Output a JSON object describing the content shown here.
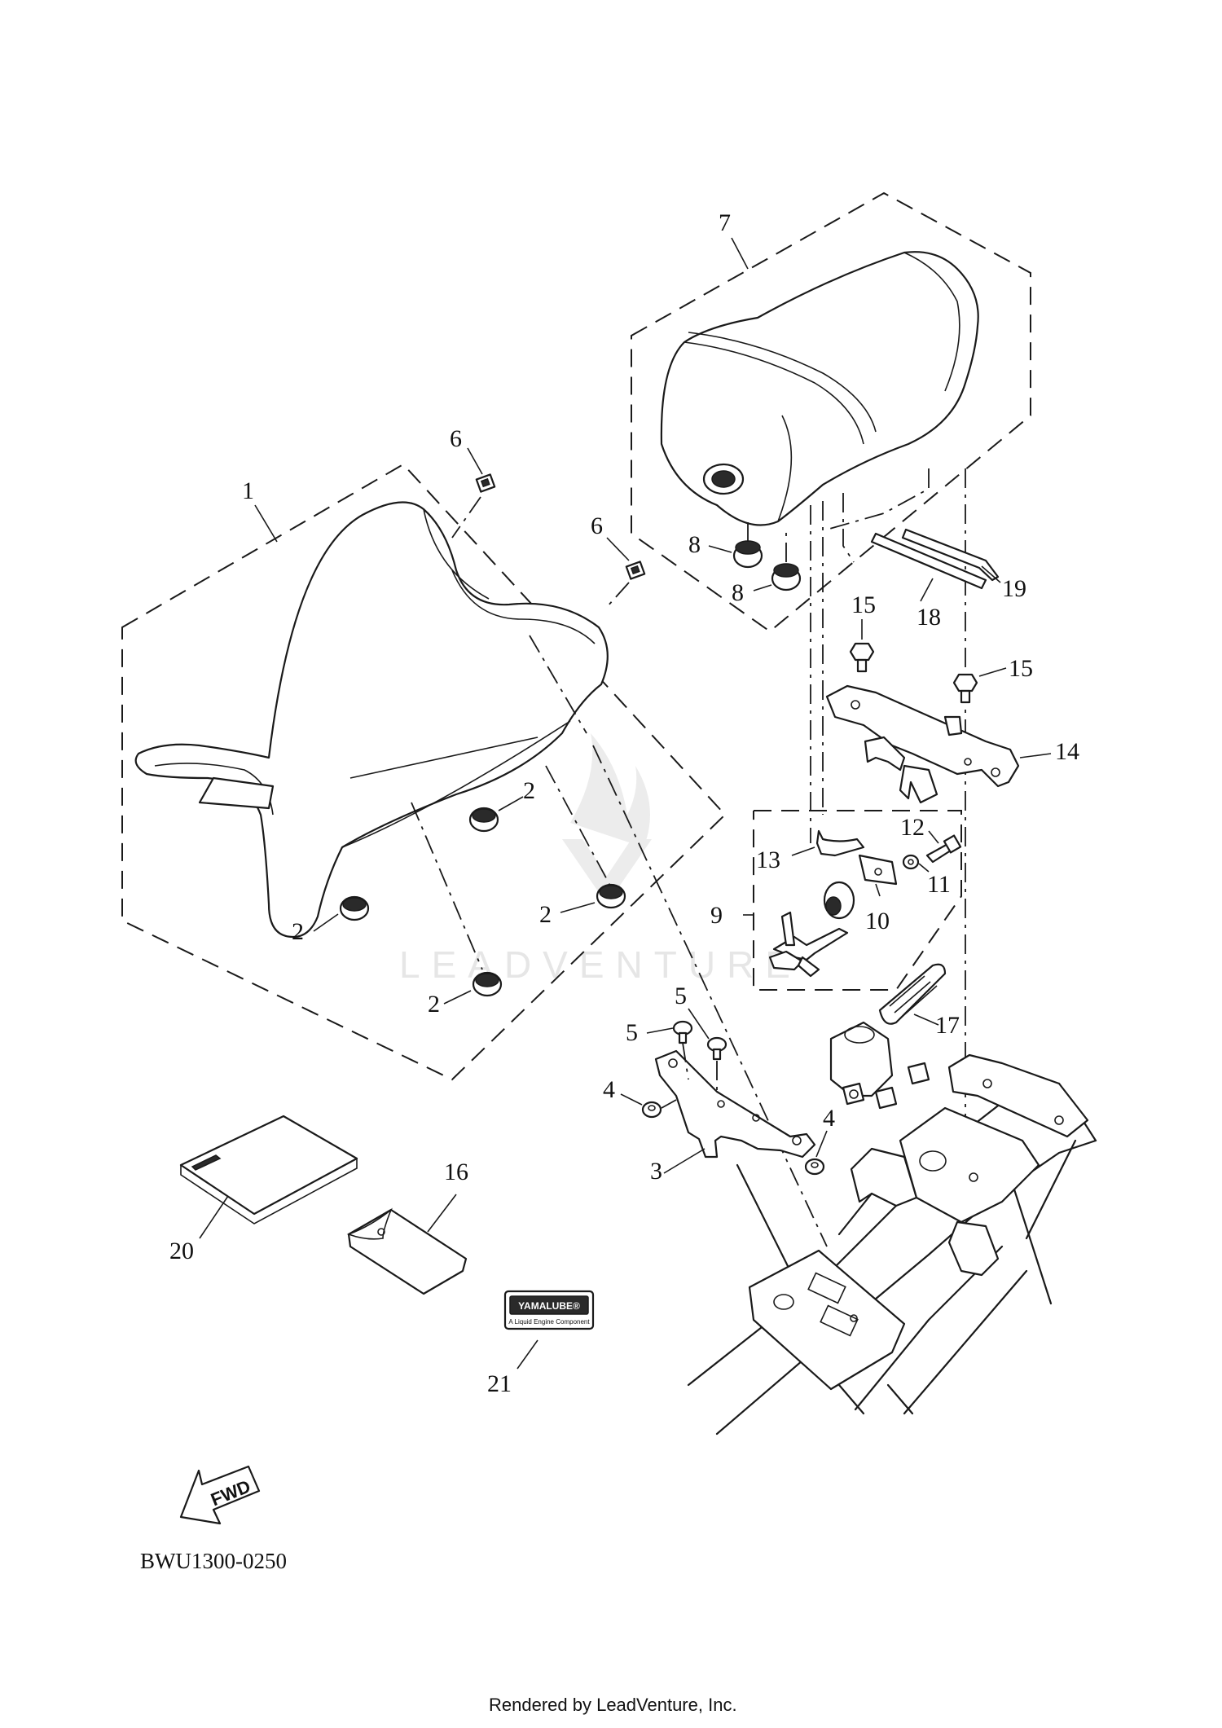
{
  "diagram": {
    "code": "BWU1300-0250",
    "footer": "Rendered by LeadVenture, Inc.",
    "watermark": "LEADVENTURE",
    "fwd_label": "FWD",
    "badge": {
      "brand": "YAMALUBE®",
      "tagline": "A Liquid Engine Component"
    },
    "callouts": {
      "c1": "1",
      "c2a": "2",
      "c2b": "2",
      "c2c": "2",
      "c2d": "2",
      "c3": "3",
      "c4a": "4",
      "c4b": "4",
      "c5a": "5",
      "c5b": "5",
      "c6a": "6",
      "c6b": "6",
      "c7": "7",
      "c8a": "8",
      "c8b": "8",
      "c9": "9",
      "c10": "10",
      "c11": "11",
      "c12": "12",
      "c13": "13",
      "c14": "14",
      "c15a": "15",
      "c15b": "15",
      "c16": "16",
      "c17": "17",
      "c18": "18",
      "c19": "19",
      "c20": "20",
      "c21": "21"
    }
  }
}
